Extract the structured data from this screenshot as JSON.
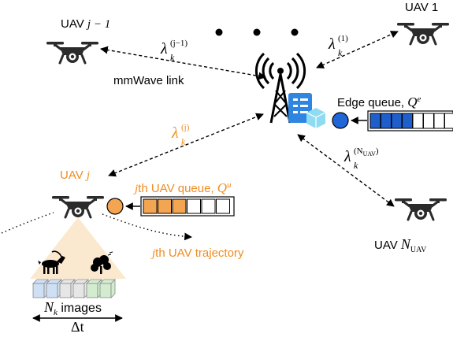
{
  "labels": {
    "uav_jm1_prefix": "UAV",
    "uav_jm1_var": "j − 1",
    "uav_1": "UAV 1",
    "uav_j_prefix": "UAV",
    "uav_j_var": "j",
    "uav_n_prefix": "UAV",
    "uav_n_var": "N",
    "uav_n_sub": "UAV",
    "mmwave_link": "mmWave link",
    "edge_queue_text": "Edge queue,",
    "edge_queue_sym": "Q",
    "edge_queue_sup": "e",
    "uav_queue_var": "j",
    "uav_queue_text": "th UAV queue,",
    "uav_queue_sym": "Q",
    "uav_queue_sup": "u",
    "trajectory_var": "j",
    "trajectory_text": "th UAV trajectory",
    "images_var": "N",
    "images_sub": "k",
    "images_text": "images",
    "delta_t": "Δt"
  },
  "links": {
    "lambda": "λ",
    "k": "k",
    "sup_jm1": "(j−1)",
    "sup_1": "(1)",
    "sup_j": "(j)",
    "sup_n": "(N",
    "sup_n_sub": "UAV",
    "sup_n_close": ")"
  },
  "queues": {
    "edge": {
      "slots": 8,
      "filled": 4,
      "fill_color": "#1f5fcc",
      "server_color": "#2166d6"
    },
    "uav": {
      "slots": 6,
      "filled": 3,
      "fill_color": "#f4a552",
      "server_color": "#f4a552"
    }
  },
  "colors": {
    "accent_orange": "#f08c1e",
    "coverage_fill": "#fbe9cf",
    "image_blue": "#cfe0f5",
    "image_gray": "#e6e6e6",
    "image_green": "#d3ecd0"
  },
  "icons": [
    "drone-icon",
    "base-station-tower-icon",
    "edge-server-icon",
    "goat-icon",
    "tree-icon"
  ]
}
